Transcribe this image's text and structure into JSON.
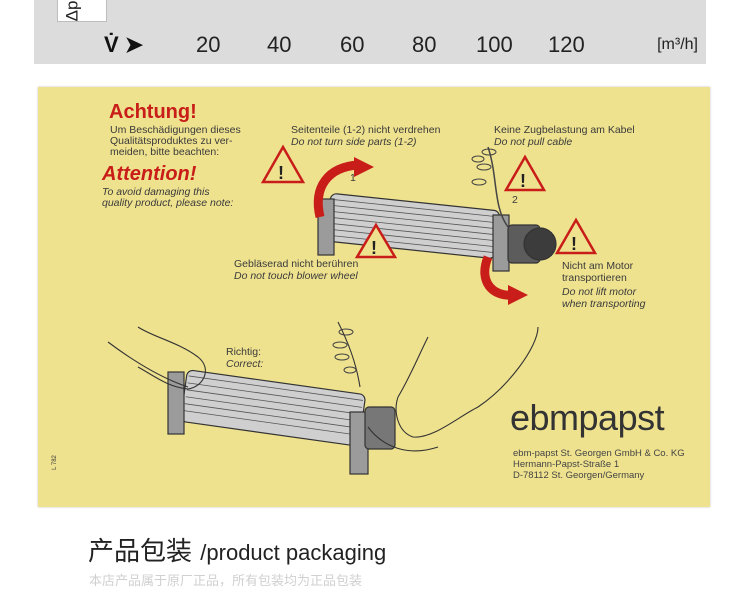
{
  "top_scale": {
    "tab_symbol": "Δp",
    "flow_label": "V̇ ➤",
    "ticks": [
      "20",
      "40",
      "60",
      "80",
      "100",
      "120"
    ],
    "unit": "[m³/h]"
  },
  "card": {
    "de_heading": "Achtung!",
    "de_text": [
      "Um Beschädigungen dieses",
      "Qualitätsproduktes zu ver-",
      "meiden, bitte beachten:"
    ],
    "en_heading": "Attention!",
    "en_text": [
      "To avoid damaging this",
      "quality product, please note:"
    ],
    "warn1_de": "Seitenteile (1-2) nicht verdrehen",
    "warn1_en": "Do not turn side parts (1-2)",
    "warn2_de": "Keine Zugbelastung am Kabel",
    "warn2_en": "Do not pull cable",
    "warn3_de": "Gebläserad nicht berühren",
    "warn3_en": "Do not touch blower wheel",
    "warn4_de": [
      "Nicht am Motor",
      "transportieren"
    ],
    "warn4_en": [
      "Do not lift motor",
      "when transporting"
    ],
    "correct_de": "Richtig:",
    "correct_en": "Correct:",
    "label_1": "1",
    "label_2": "2",
    "brand": "ebmpapst",
    "address": [
      "ebm-papst St. Georgen GmbH & Co. KG",
      "Hermann-Papst-Straße 1",
      "D-78112 St. Georgen/Germany"
    ],
    "side_code": "L 782"
  },
  "footer": {
    "title_cn": "产品包装",
    "title_en": "/product packaging",
    "note": "本店产品属于原厂正品，所有包装均为正品包装"
  },
  "colors": {
    "card_bg": "#efe28f",
    "warning_red": "#c81d18",
    "scale_bar": "#dcdcdc"
  }
}
